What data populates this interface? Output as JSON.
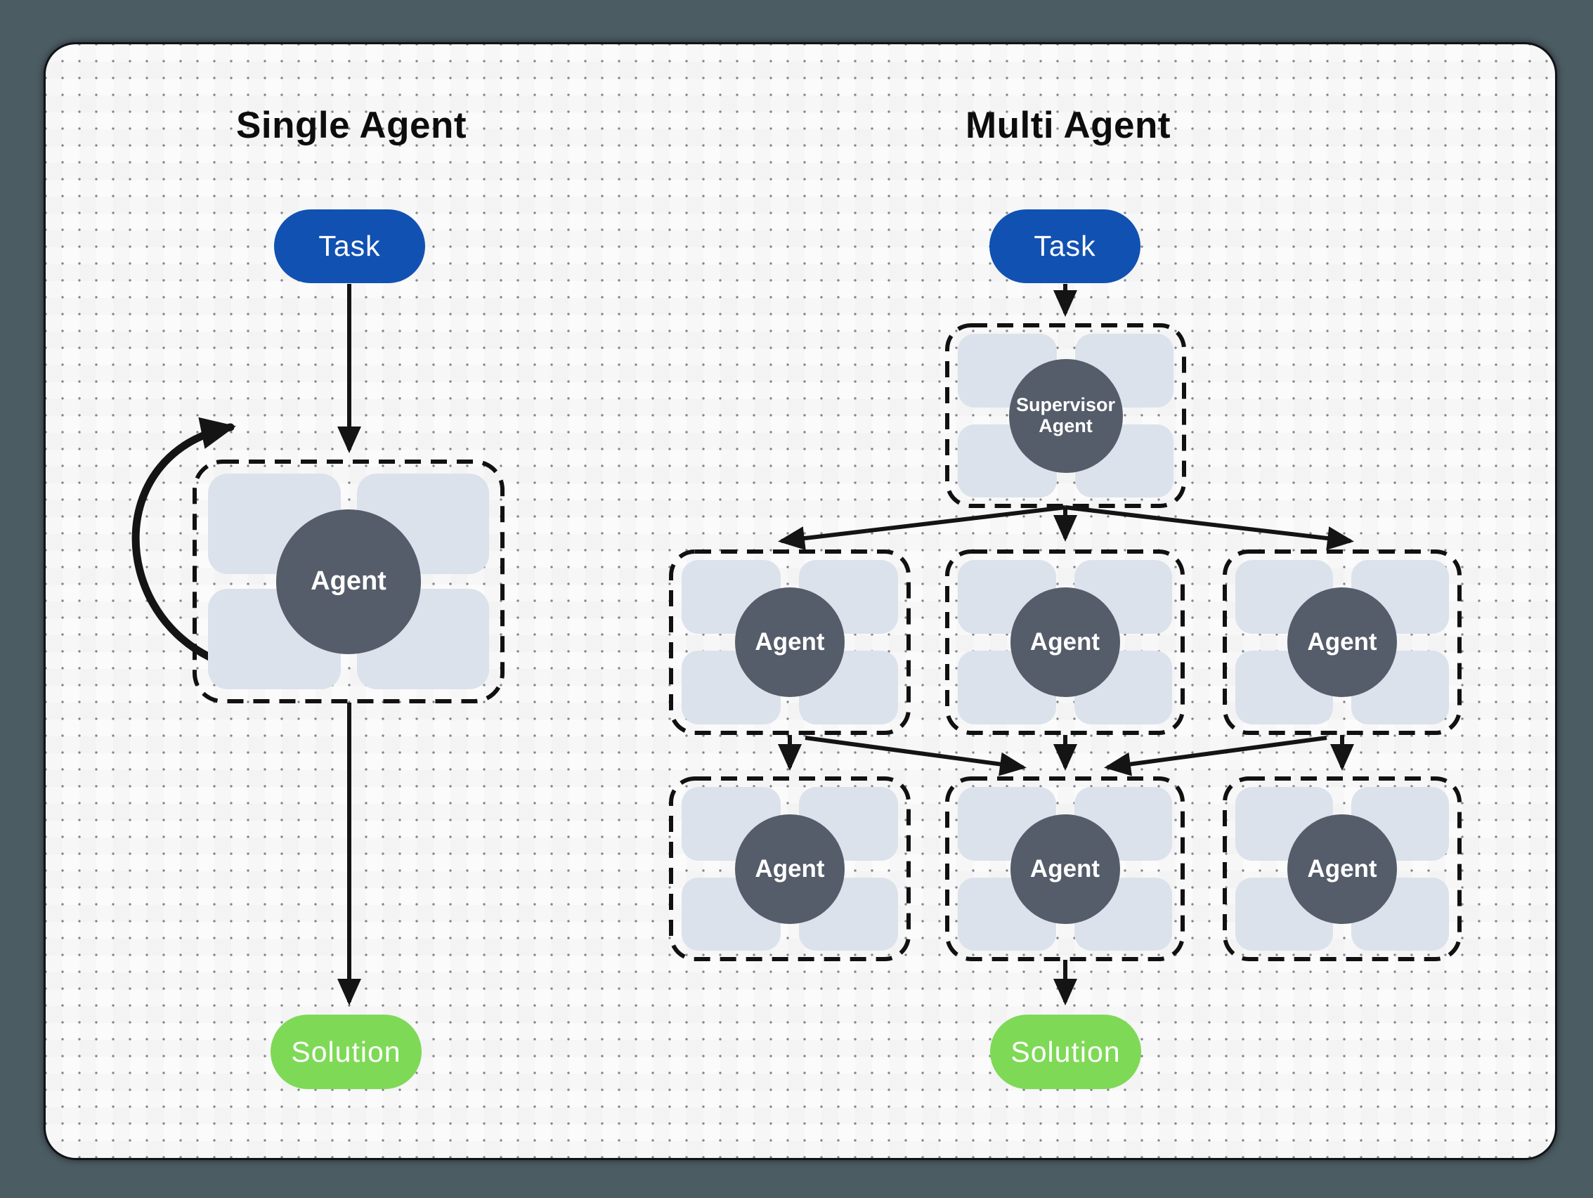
{
  "canvas": {
    "background": "#4b5c63",
    "card_background": "#fbfbfb"
  },
  "colors": {
    "task_fill": "#1151b2",
    "solution_fill": "#7ed957",
    "agent_circle_fill": "#555c6a",
    "tool_slot_fill": "#dbe2ec",
    "arrow": "#141414",
    "title_text": "#0d0d0d",
    "node_text": "#ffffff"
  },
  "left_diagram": {
    "title": "Single Agent",
    "task": "Task",
    "agent": "Agent",
    "solution": "Solution"
  },
  "right_diagram": {
    "title": "Multi Agent",
    "task": "Task",
    "supervisor_line1": "Supervisor",
    "supervisor_line2": "Agent",
    "agent": "Agent",
    "solution": "Solution"
  }
}
